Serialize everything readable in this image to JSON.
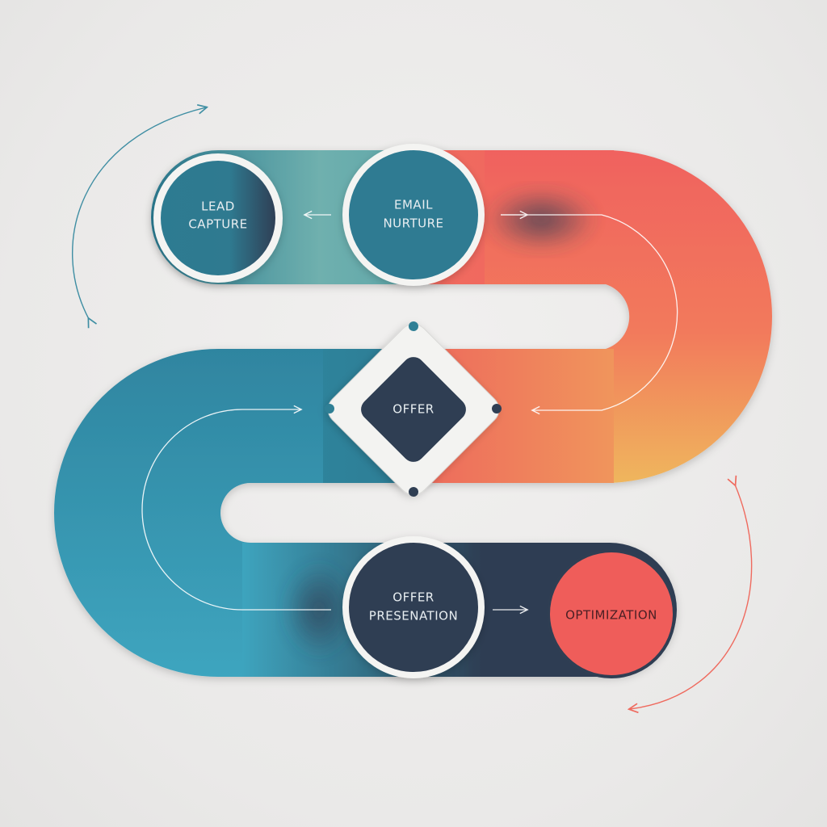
{
  "diagram": {
    "nodes": {
      "lead_capture": {
        "line1": "LEAD",
        "line2": "CAPTURE"
      },
      "email_nurture": {
        "line1": "EMAIL",
        "line2": "NURTURE"
      },
      "offer": {
        "label": "OFFER"
      },
      "offer_presentation": {
        "line1": "OFFER",
        "line2": "PRESENATION"
      },
      "optimization": {
        "label": "OPTIMIZATION"
      }
    },
    "colors": {
      "teal": "#2e7d93",
      "teal_light": "#6fb1b1",
      "navy": "#2f3e53",
      "coral": "#ef5f5c",
      "amber": "#eebd5e",
      "cyan": "#3ea2bd",
      "label_light": "#e8eef1"
    }
  }
}
